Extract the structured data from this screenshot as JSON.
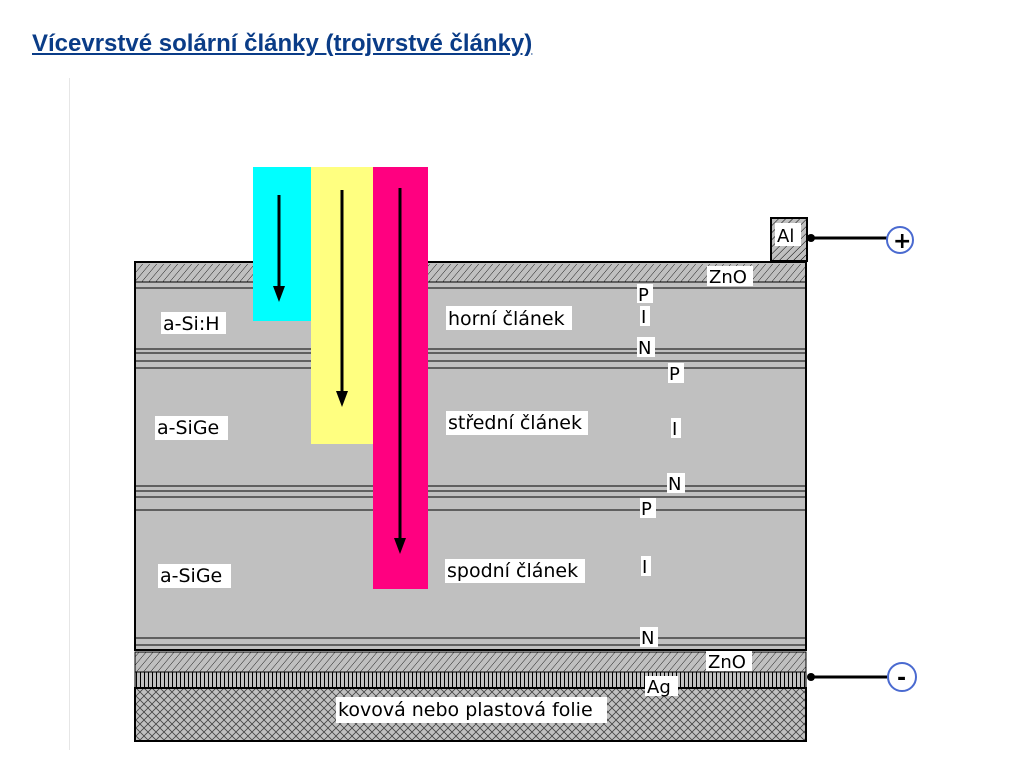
{
  "title": "Vícevrstvé solární články (trojvrstvé články)",
  "colors": {
    "title": "#0a3c87",
    "cell": "#c0c0c0",
    "beam_blue": "#00ffff",
    "beam_yellow": "#ffff80",
    "beam_magenta": "#ff0080"
  },
  "diagram": {
    "layers": {
      "top_cell": {
        "material": "a-Si:H",
        "label": "horní článek"
      },
      "middle_cell": {
        "material": "a-SiGe",
        "label": "střední článek"
      },
      "bottom_cell": {
        "material": "a-SiGe",
        "label": "spodní článek"
      },
      "top_contact": "ZnO",
      "bottom_contact": "ZnO",
      "reflector": "Ag",
      "substrate": "kovová nebo plastová folie"
    },
    "electrode": "Al",
    "pin": {
      "top": [
        "P",
        "I",
        "N"
      ],
      "middle": [
        "P",
        "I",
        "N"
      ],
      "bottom": [
        "P",
        "I",
        "N"
      ]
    },
    "terminals": {
      "positive": "+",
      "negative": "-"
    }
  }
}
